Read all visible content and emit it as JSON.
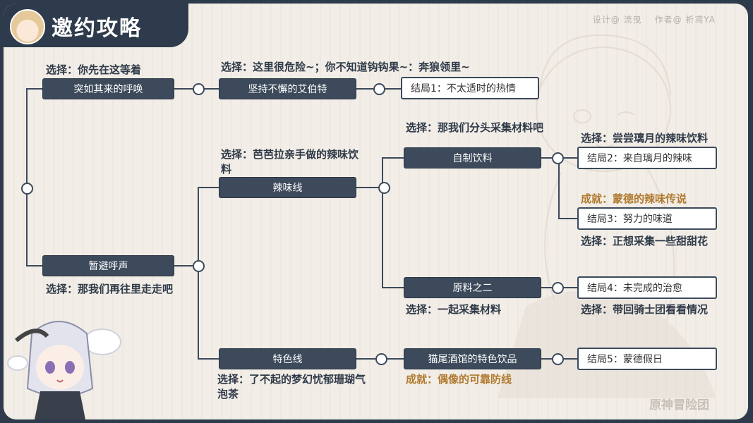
{
  "header": {
    "title": "邀约攻略",
    "credit_design": "设计@ 流曳",
    "credit_author": "作者@ 祈鸢YA"
  },
  "watermark": "原神冒险团",
  "nodes": {
    "root_a": "突如其来的呼唤",
    "root_a_choice": "选择：你先在这等着",
    "persist": "坚持不懈的艾伯特",
    "persist_choice": "选择：这里很危险~；你不知道钩钩果~：奔狼领里~",
    "end1": "结局1：不太适时的热情",
    "root_b": "暂避呼声",
    "root_b_choice": "选择：那我们再往里走走吧",
    "spicy": "辣味线",
    "spicy_choice": "选择：芭芭拉亲手做的辣味饮料",
    "homemade": "自制饮料",
    "homemade_choice": "选择：那我们分头采集材料吧",
    "end2_choice": "选择：尝尝璃月的辣味饮料",
    "end2": "结局2：来自璃月的辣味",
    "end3_achievement": "成就：蒙德的辣味传说",
    "end3": "结局3：努力的味道",
    "end3_choice": "选择：正想采集一些甜甜花",
    "raw2": "原料之二",
    "raw2_choice": "选择：一起采集材料",
    "end4": "结局4：未完成的治愈",
    "end4_choice": "选择：带回骑士团看看情况",
    "special": "特色线",
    "special_choice": "选择：了不起的梦幻忧郁珊瑚气泡茶",
    "cattail": "猫尾酒馆的特色饮品",
    "cattail_achievement": "成就：偶像的可靠防线",
    "end5": "结局5：蒙德假日"
  },
  "colors": {
    "background": "#2e3b4c",
    "panel": "#f2ede7",
    "node_dark": "#3c4a5b",
    "achievement": "#b07a2e"
  },
  "icons": [
    "character-avatar-icon",
    "chibi-character-icon"
  ]
}
